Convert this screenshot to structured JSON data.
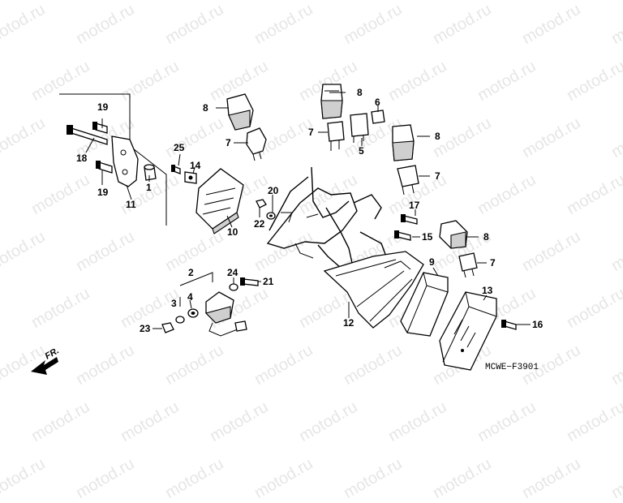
{
  "watermark": {
    "text": "motod.ru",
    "color": "#e6e6e6"
  },
  "diagram": {
    "code": "MCWE−F3901",
    "direction_label": "FR.",
    "callouts": [
      {
        "id": "c1",
        "text": "1"
      },
      {
        "id": "c2",
        "text": "2"
      },
      {
        "id": "c3",
        "text": "3"
      },
      {
        "id": "c4",
        "text": "4"
      },
      {
        "id": "c5",
        "text": "5"
      },
      {
        "id": "c6",
        "text": "6"
      },
      {
        "id": "c7a",
        "text": "7"
      },
      {
        "id": "c7b",
        "text": "7"
      },
      {
        "id": "c7c",
        "text": "7"
      },
      {
        "id": "c7d",
        "text": "7"
      },
      {
        "id": "c8a",
        "text": "8"
      },
      {
        "id": "c8b",
        "text": "8"
      },
      {
        "id": "c8c",
        "text": "8"
      },
      {
        "id": "c8d",
        "text": "8"
      },
      {
        "id": "c9",
        "text": "9"
      },
      {
        "id": "c10",
        "text": "10"
      },
      {
        "id": "c11",
        "text": "11"
      },
      {
        "id": "c12",
        "text": "12"
      },
      {
        "id": "c13",
        "text": "13"
      },
      {
        "id": "c14",
        "text": "14"
      },
      {
        "id": "c15",
        "text": "15"
      },
      {
        "id": "c16",
        "text": "16"
      },
      {
        "id": "c17",
        "text": "17"
      },
      {
        "id": "c18",
        "text": "18"
      },
      {
        "id": "c19a",
        "text": "19"
      },
      {
        "id": "c19b",
        "text": "19"
      },
      {
        "id": "c20",
        "text": "20"
      },
      {
        "id": "c21",
        "text": "21"
      },
      {
        "id": "c22",
        "text": "22"
      },
      {
        "id": "c23",
        "text": "23"
      },
      {
        "id": "c24",
        "text": "24"
      },
      {
        "id": "c25",
        "text": "25"
      }
    ]
  }
}
